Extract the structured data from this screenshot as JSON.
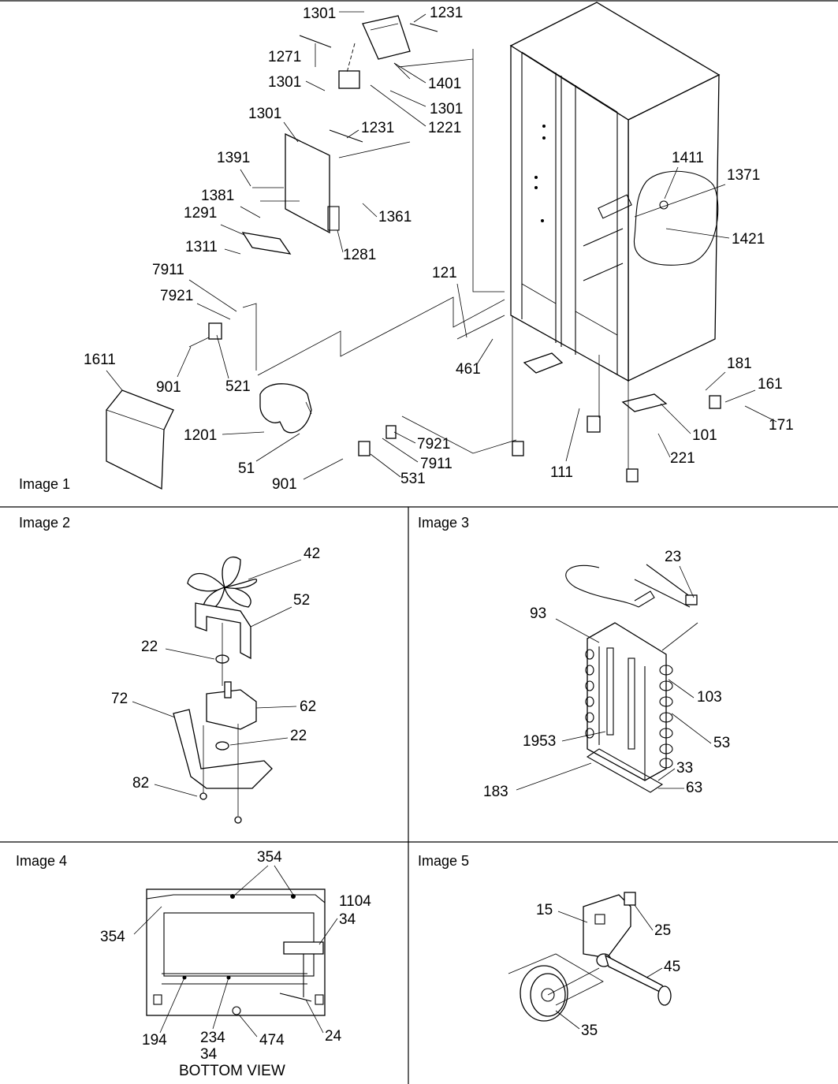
{
  "panels": {
    "p1": {
      "caption": "Image 1",
      "labels": [
        "1301",
        "1231",
        "1271",
        "1401",
        "1301",
        "1301",
        "1221",
        "1301",
        "1231",
        "1391",
        "1381",
        "1361",
        "1291",
        "1311",
        "1281",
        "1411",
        "1371",
        "1421",
        "7911",
        "7921",
        "121",
        "461",
        "901",
        "521",
        "1611",
        "181",
        "161",
        "1201",
        "51",
        "901",
        "7921",
        "7911",
        "531",
        "111",
        "101",
        "221",
        "171"
      ]
    },
    "p2": {
      "caption": "Image 2",
      "labels": [
        "42",
        "52",
        "22",
        "72",
        "62",
        "22",
        "82"
      ]
    },
    "p3": {
      "caption": "Image 3",
      "labels": [
        "23",
        "93",
        "103",
        "1953",
        "53",
        "33",
        "183",
        "63"
      ]
    },
    "p4": {
      "caption": "Image 4",
      "labels": [
        "354",
        "1104",
        "34",
        "354",
        "194",
        "234",
        "474",
        "24",
        "34"
      ],
      "view_title": "BOTTOM VIEW"
    },
    "p5": {
      "caption": "Image 5",
      "labels": [
        "15",
        "25",
        "45",
        "35"
      ]
    }
  }
}
